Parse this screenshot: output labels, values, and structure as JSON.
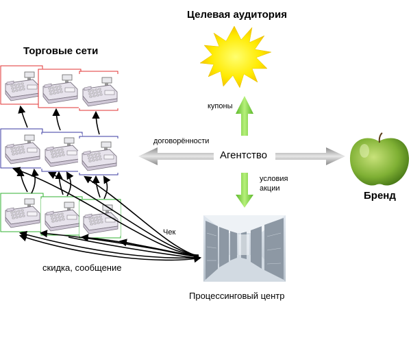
{
  "diagram": {
    "target_audience": "Целевая аудитория",
    "retail_chains": "Торговые сети",
    "coupons": "купоны",
    "agreements": "договорённости",
    "agency": "Агентство",
    "promo_terms_line1": "условия",
    "promo_terms_line2": "акции",
    "brand": "Бренд",
    "receipt": "Чек",
    "discount_message": "скидка, сообщение",
    "processing_center": "Процессинговый центр"
  },
  "colors": {
    "row1_border": "#e03030",
    "row2_border": "#3a3aa0",
    "row3_border": "#30b030",
    "arrow_green": "#7ccf3a",
    "arrow_gray": "#a0a0a0",
    "sun_yellow": "#ffee00",
    "apple_green": "#7fb034"
  },
  "icons": {
    "register": "cash-register-icon",
    "sun": "sun-burst-icon",
    "apple": "apple-icon",
    "server_room": "server-room-image"
  }
}
